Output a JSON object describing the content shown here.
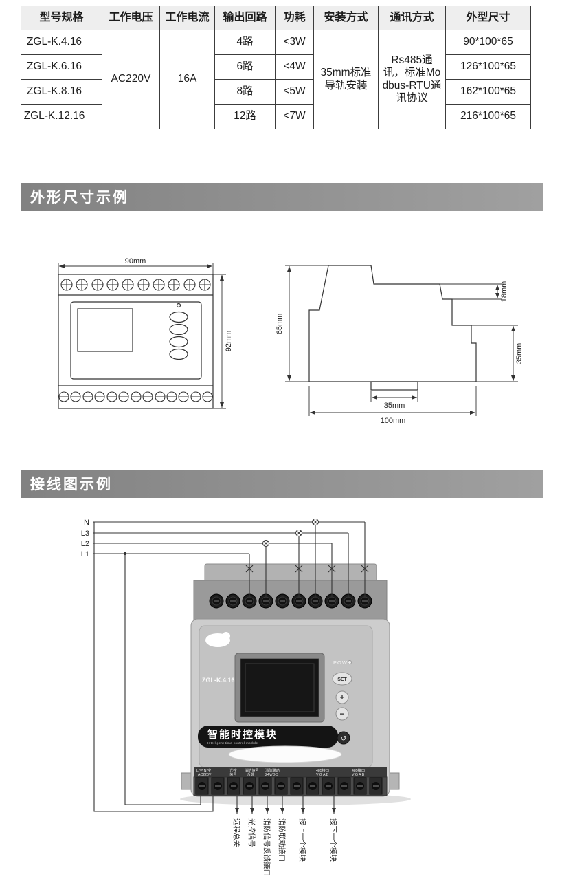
{
  "spec_table": {
    "headers": [
      "型号规格",
      "工作电压",
      "工作电流",
      "输出回路",
      "功耗",
      "安装方式",
      "通讯方式",
      "外型尺寸"
    ],
    "voltage": "AC220V",
    "current": "16A",
    "mounting": "35mm标准导轨安装",
    "communication": "Rs485通讯，标准Modbus-RTU通讯协议",
    "rows": [
      {
        "model": "ZGL-K.4.16",
        "circuits": "4路",
        "power": "<3W",
        "size": "90*100*65"
      },
      {
        "model": "ZGL-K.6.16",
        "circuits": "6路",
        "power": "<4W",
        "size": "126*100*65"
      },
      {
        "model": "ZGL-K.8.16",
        "circuits": "8路",
        "power": "<5W",
        "size": "162*100*65"
      },
      {
        "model": "ZGL-K.12.16",
        "circuits": "12路",
        "power": "<7W",
        "size": "216*100*65"
      }
    ]
  },
  "sections": {
    "dimensions_title": "外形尺寸示例",
    "wiring_title": "接线图示例"
  },
  "dimensions": {
    "front": {
      "width": "90mm",
      "height": "92mm"
    },
    "side": {
      "depth": "65mm",
      "step": "18mm",
      "clip": "35mm",
      "slot": "35mm",
      "base": "100mm"
    }
  },
  "wiring": {
    "phases": [
      "N",
      "L3",
      "L2",
      "L1"
    ],
    "device": {
      "model": "ZGL-K.4.16",
      "name": "智能时控模块",
      "name_en": "Intelligent time control module",
      "pow": "POW",
      "btn_set": "SET",
      "btn_plus": "+",
      "btn_minus": "−",
      "btn_back": "↺",
      "terminals_top": [
        "L 空 N 空",
        "光控",
        "消防信号",
        "消防联动",
        "485接口",
        "485接口"
      ],
      "terminals_bottom": [
        "AC220V",
        "信号",
        "反馈",
        "24V/DC",
        "V G A B",
        "V G A B"
      ]
    },
    "bottom_labels": [
      "远程总关",
      "光控信号",
      "消防信号反馈接口",
      "消防联动接口",
      "接上一个模块",
      "接下一个模块"
    ]
  }
}
